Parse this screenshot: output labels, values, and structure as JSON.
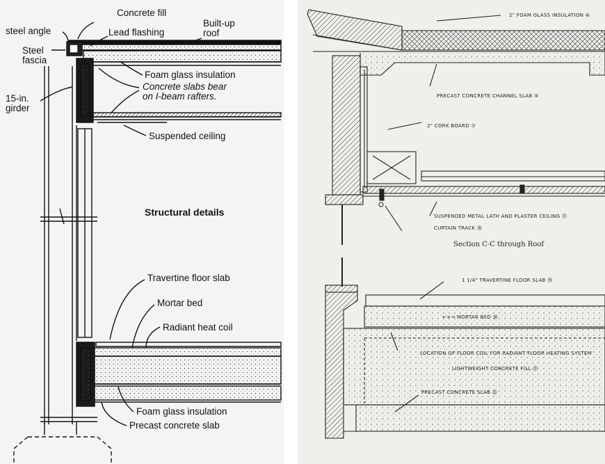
{
  "left": {
    "labels": {
      "concrete_fill": "Concrete fill",
      "steel_angle": "steel angle",
      "lead_flashing": "Lead flashing",
      "built_up_roof": "Built-up\nroof",
      "steel_fascia": "Steel\nfascia",
      "foam_glass_top": "Foam glass insulation",
      "girder": "15-in.\ngirder",
      "concrete_slabs": "Concrete slabs bear\non I-beam rafters.",
      "suspended_ceiling": "Suspended ceiling",
      "title": "Structural details",
      "travertine": "Travertine floor slab",
      "mortar": "Mortar bed",
      "radiant": "Radiant heat coil",
      "foam_glass_bottom": "Foam glass insulation",
      "precast": "Precast concrete slab"
    }
  },
  "right": {
    "labels": {
      "foam_glass": "2\" FOAM GLASS INSULATION ④",
      "channel_slab": "PRECAST CONCRETE CHANNEL SLAB ⑤",
      "cork": "2\" CORK BOARD ⑦",
      "lath": "SUSPENDED METAL LATH AND PLASTER CEILING ⑰",
      "curtain": "CURTAIN TRACK ⑱",
      "section": "Section C-C through Roof",
      "travertine": "1 1/4\" TRAVERTINE FLOOR SLAB ⑲",
      "mortar": "←+→ MORTAR BED ⑳",
      "floor_coil": "LOCATION OF FLOOR COIL FOR RADIANT FLOOR HEATING SYSTEM",
      "lightweight": "LIGHTWEIGHT CONCRETE FILL ㉑",
      "precast": "PRECAST CONCRETE SLAB ㉒"
    }
  }
}
